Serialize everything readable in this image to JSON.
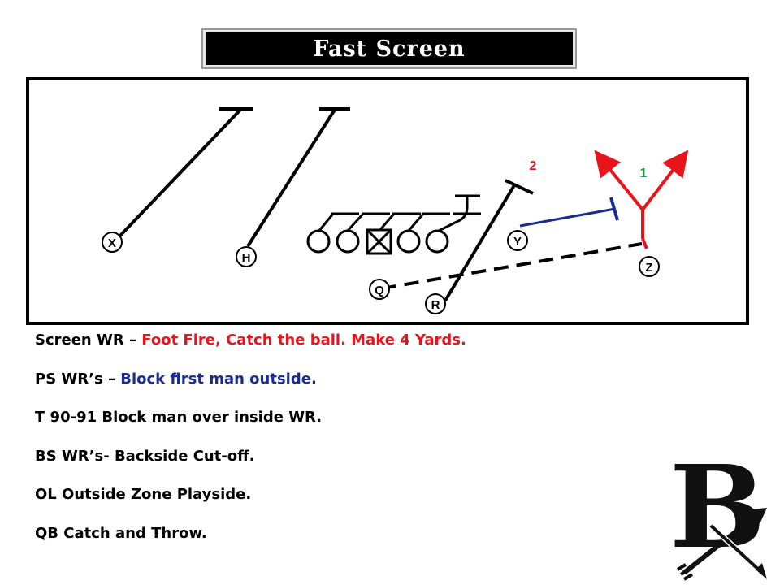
{
  "title": "Fast Screen",
  "players": {
    "x": "X",
    "h": "H",
    "y": "Y",
    "z": "Z",
    "q": "Q",
    "r": "R"
  },
  "markers": {
    "one": "1",
    "two": "2"
  },
  "notes": [
    {
      "lead": "Screen WR – ",
      "detail": "Foot Fire, Catch the ball.  Make 4 Yards."
    },
    {
      "lead": "PS WR’s – ",
      "detail": "Block first man outside."
    },
    {
      "lead": "T 90-91 Block man over inside WR.",
      "detail": ""
    },
    {
      "lead": "BS WR’s- Backside Cut-off.",
      "detail": ""
    },
    {
      "lead": "OL Outside Zone Playside.",
      "detail": ""
    },
    {
      "lead": "QB Catch and Throw.",
      "detail": ""
    }
  ],
  "colors": {
    "route": "#000000",
    "screen_route": "#e8141b",
    "block": "#1a2c8f",
    "marker_one": "#1a9a3a",
    "marker_two": "#e8141b"
  },
  "logo": {
    "letter": "B",
    "icon": "arrow-icon"
  }
}
